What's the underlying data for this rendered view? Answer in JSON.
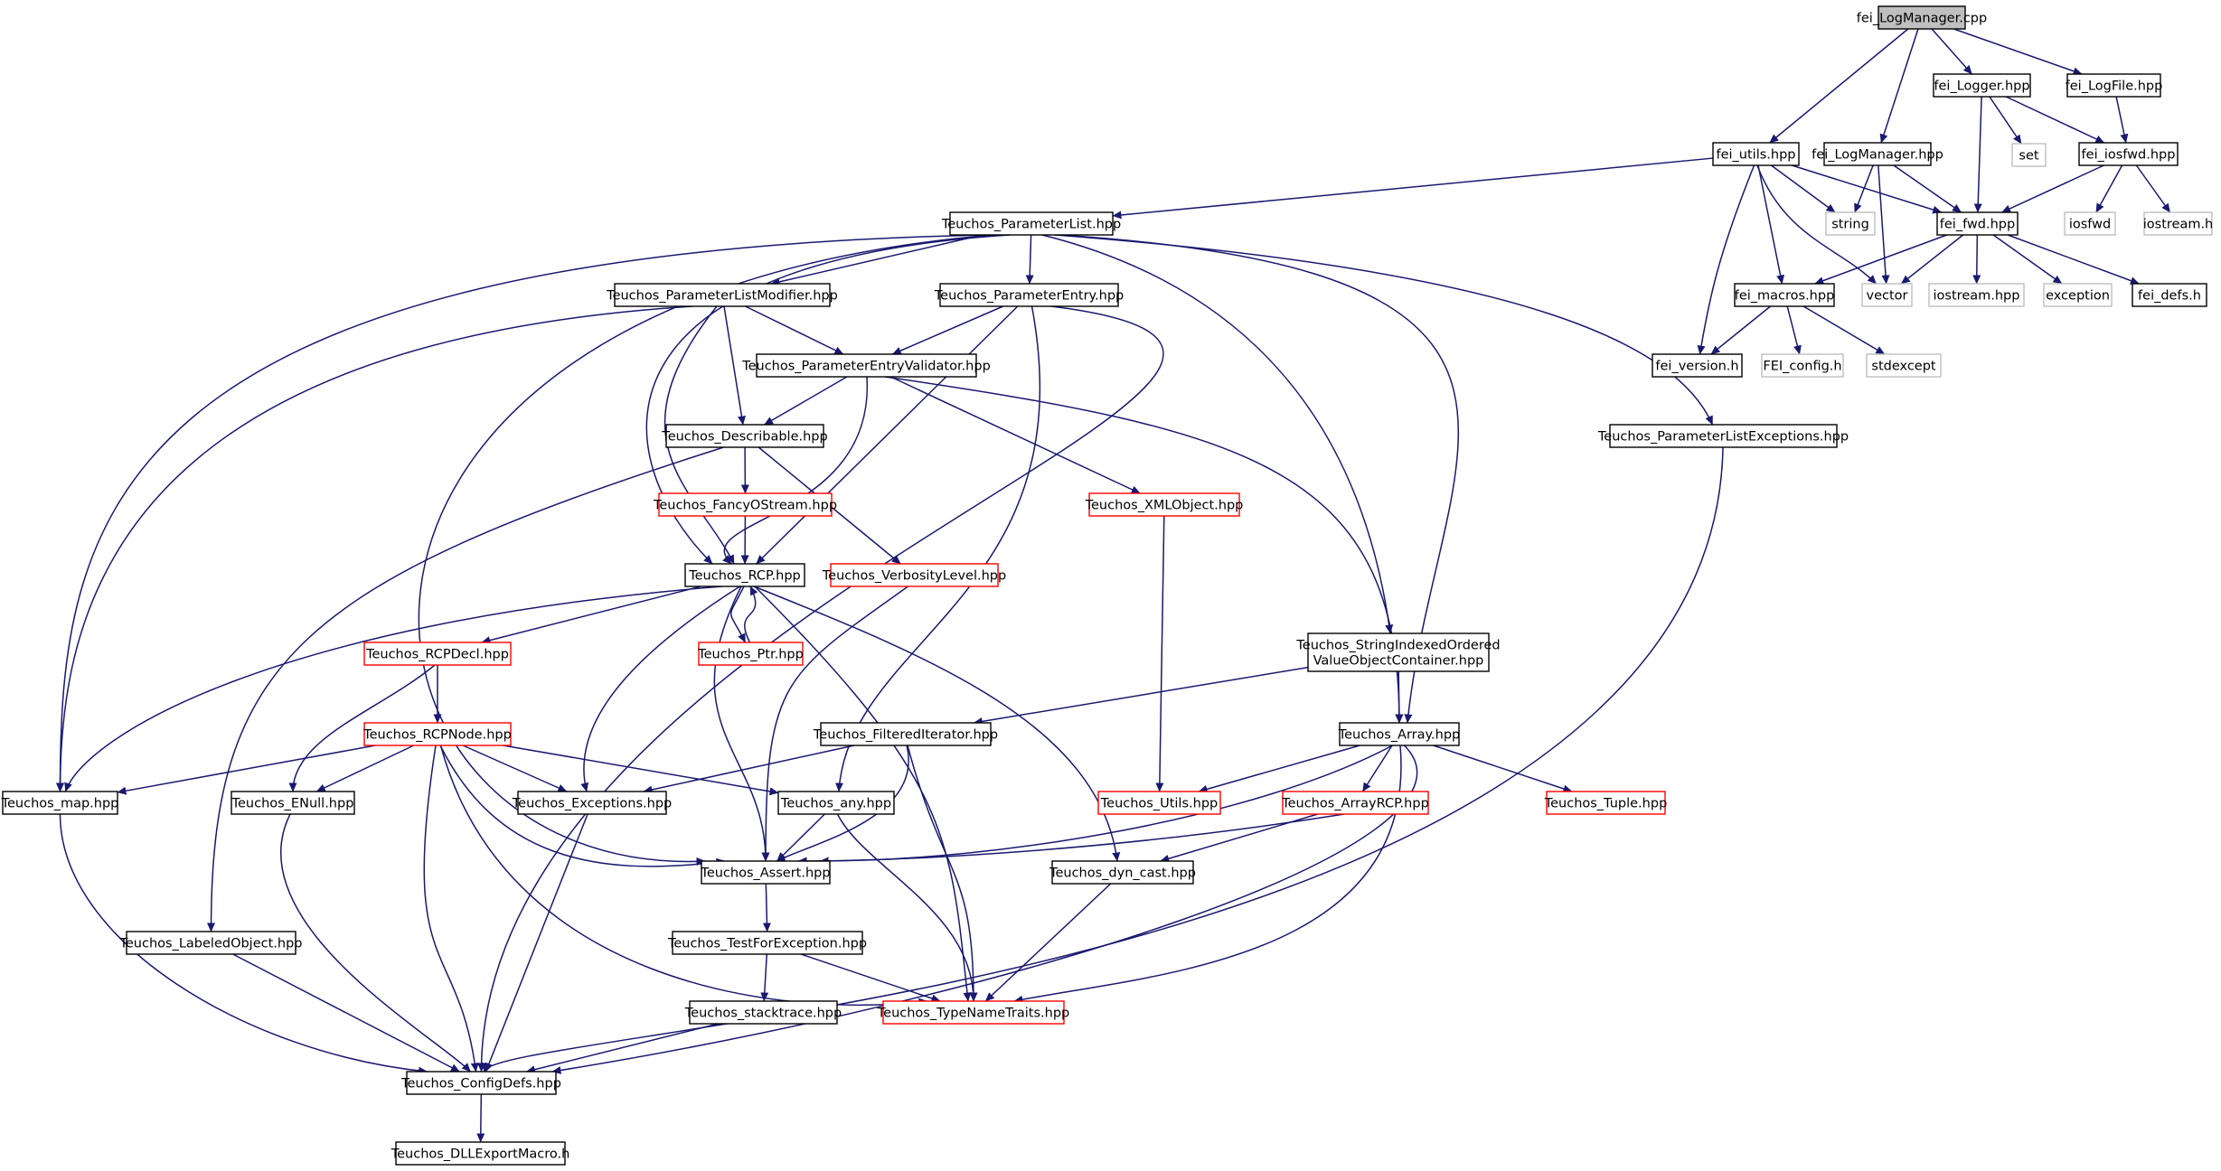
{
  "colors": {
    "edge": "#191970",
    "node_border": "#000000",
    "node_border_red": "#ff0000",
    "node_border_gray": "#bfbfbf",
    "root_fill": "#bfbfbf",
    "node_fill": "#ffffff",
    "text": "#000000"
  },
  "diagram": {
    "nodes": [
      {
        "id": "fei_logmanager_cpp",
        "label": "fei_LogManager.cpp",
        "style": "root"
      },
      {
        "id": "fei_utils",
        "label": "fei_utils.hpp",
        "style": "normal"
      },
      {
        "id": "fei_logmanager_hpp",
        "label": "fei_LogManager.hpp",
        "style": "normal"
      },
      {
        "id": "fei_logger",
        "label": "fei_Logger.hpp",
        "style": "normal"
      },
      {
        "id": "fei_logfile",
        "label": "fei_LogFile.hpp",
        "style": "normal"
      },
      {
        "id": "set",
        "label": "set",
        "style": "gray"
      },
      {
        "id": "fei_iosfwd",
        "label": "fei_iosfwd.hpp",
        "style": "normal"
      },
      {
        "id": "string",
        "label": "string",
        "style": "gray"
      },
      {
        "id": "fei_fwd",
        "label": "fei_fwd.hpp",
        "style": "normal"
      },
      {
        "id": "iosfwd",
        "label": "iosfwd",
        "style": "gray"
      },
      {
        "id": "iostream_h",
        "label": "iostream.h",
        "style": "gray"
      },
      {
        "id": "vector",
        "label": "vector",
        "style": "gray"
      },
      {
        "id": "fei_macros",
        "label": "fei_macros.hpp",
        "style": "normal"
      },
      {
        "id": "iostream_hpp",
        "label": "iostream.hpp",
        "style": "gray"
      },
      {
        "id": "exception",
        "label": "exception",
        "style": "gray"
      },
      {
        "id": "fei_defs",
        "label": "fei_defs.h",
        "style": "normal"
      },
      {
        "id": "fei_version",
        "label": "fei_version.h",
        "style": "normal"
      },
      {
        "id": "fei_config",
        "label": "FEI_config.h",
        "style": "gray"
      },
      {
        "id": "stdexcept",
        "label": "stdexcept",
        "style": "gray"
      },
      {
        "id": "t_paramlist",
        "label": "Teuchos_ParameterList.hpp",
        "style": "normal"
      },
      {
        "id": "t_plmodifier",
        "label": "Teuchos_ParameterListModifier.hpp",
        "style": "normal"
      },
      {
        "id": "t_pentry",
        "label": "Teuchos_ParameterEntry.hpp",
        "style": "normal"
      },
      {
        "id": "t_pevalidator",
        "label": "Teuchos_ParameterEntryValidator.hpp",
        "style": "normal"
      },
      {
        "id": "t_plexceptions",
        "label": "Teuchos_ParameterListExceptions.hpp",
        "style": "normal"
      },
      {
        "id": "t_describable",
        "label": "Teuchos_Describable.hpp",
        "style": "normal"
      },
      {
        "id": "t_fancyostream",
        "label": "Teuchos_FancyOStream.hpp",
        "style": "red"
      },
      {
        "id": "t_xmlobject",
        "label": "Teuchos_XMLObject.hpp",
        "style": "red"
      },
      {
        "id": "t_rcp",
        "label": "Teuchos_RCP.hpp",
        "style": "normal"
      },
      {
        "id": "t_verbosity",
        "label": "Teuchos_VerbosityLevel.hpp",
        "style": "red"
      },
      {
        "id": "t_rcpdecl",
        "label": "Teuchos_RCPDecl.hpp",
        "style": "red"
      },
      {
        "id": "t_ptr",
        "label": "Teuchos_Ptr.hpp",
        "style": "red"
      },
      {
        "id": "t_sivoc",
        "label": "Teuchos_StringIndexedOrdered\nValueObjectContainer.hpp",
        "style": "normal"
      },
      {
        "id": "t_rcpnode",
        "label": "Teuchos_RCPNode.hpp",
        "style": "red"
      },
      {
        "id": "t_filtered",
        "label": "Teuchos_FilteredIterator.hpp",
        "style": "normal"
      },
      {
        "id": "t_array",
        "label": "Teuchos_Array.hpp",
        "style": "normal"
      },
      {
        "id": "t_map",
        "label": "Teuchos_map.hpp",
        "style": "normal"
      },
      {
        "id": "t_enull",
        "label": "Teuchos_ENull.hpp",
        "style": "normal"
      },
      {
        "id": "t_exceptions",
        "label": "Teuchos_Exceptions.hpp",
        "style": "normal"
      },
      {
        "id": "t_any",
        "label": "Teuchos_any.hpp",
        "style": "normal"
      },
      {
        "id": "t_utils",
        "label": "Teuchos_Utils.hpp",
        "style": "red"
      },
      {
        "id": "t_arrayrcp",
        "label": "Teuchos_ArrayRCP.hpp",
        "style": "red"
      },
      {
        "id": "t_tuple",
        "label": "Teuchos_Tuple.hpp",
        "style": "red"
      },
      {
        "id": "t_assert",
        "label": "Teuchos_Assert.hpp",
        "style": "normal"
      },
      {
        "id": "t_dyncast",
        "label": "Teuchos_dyn_cast.hpp",
        "style": "normal"
      },
      {
        "id": "t_labeled",
        "label": "Teuchos_LabeledObject.hpp",
        "style": "normal"
      },
      {
        "id": "t_testforexc",
        "label": "Teuchos_TestForException.hpp",
        "style": "normal"
      },
      {
        "id": "t_stacktrace",
        "label": "Teuchos_stacktrace.hpp",
        "style": "normal"
      },
      {
        "id": "t_typename",
        "label": "Teuchos_TypeNameTraits.hpp",
        "style": "red"
      },
      {
        "id": "t_configdefs",
        "label": "Teuchos_ConfigDefs.hpp",
        "style": "normal"
      },
      {
        "id": "t_dllexport",
        "label": "Teuchos_DLLExportMacro.h",
        "style": "normal"
      }
    ],
    "edges": [
      [
        "fei_logmanager_cpp",
        "fei_utils"
      ],
      [
        "fei_logmanager_cpp",
        "fei_logmanager_hpp"
      ],
      [
        "fei_logmanager_cpp",
        "fei_logger"
      ],
      [
        "fei_logmanager_cpp",
        "fei_logfile"
      ],
      [
        "fei_logger",
        "set"
      ],
      [
        "fei_logger",
        "fei_iosfwd"
      ],
      [
        "fei_logger",
        "fei_fwd"
      ],
      [
        "fei_logfile",
        "fei_iosfwd"
      ],
      [
        "fei_iosfwd",
        "fei_fwd"
      ],
      [
        "fei_iosfwd",
        "iosfwd"
      ],
      [
        "fei_iosfwd",
        "iostream_h"
      ],
      [
        "fei_logmanager_hpp",
        "string"
      ],
      [
        "fei_logmanager_hpp",
        "vector"
      ],
      [
        "fei_logmanager_hpp",
        "fei_fwd"
      ],
      [
        "fei_utils",
        "t_paramlist"
      ],
      [
        "fei_utils",
        "string"
      ],
      [
        "fei_utils",
        "fei_fwd"
      ],
      [
        "fei_utils",
        "vector"
      ],
      [
        "fei_utils",
        "fei_macros"
      ],
      [
        "fei_utils",
        "fei_version"
      ],
      [
        "fei_fwd",
        "vector"
      ],
      [
        "fei_fwd",
        "fei_macros"
      ],
      [
        "fei_fwd",
        "iostream_hpp"
      ],
      [
        "fei_fwd",
        "exception"
      ],
      [
        "fei_fwd",
        "fei_defs"
      ],
      [
        "fei_macros",
        "fei_version"
      ],
      [
        "fei_macros",
        "fei_config"
      ],
      [
        "fei_macros",
        "stdexcept"
      ],
      [
        "t_paramlist",
        "t_plmodifier"
      ],
      [
        "t_paramlist",
        "t_pentry"
      ],
      [
        "t_paramlist",
        "t_plexceptions"
      ],
      [
        "t_paramlist",
        "t_rcp"
      ],
      [
        "t_paramlist",
        "t_map"
      ],
      [
        "t_paramlist",
        "t_assert"
      ],
      [
        "t_paramlist",
        "t_sivoc"
      ],
      [
        "t_paramlist",
        "t_array"
      ],
      [
        "t_plmodifier",
        "t_pevalidator"
      ],
      [
        "t_plmodifier",
        "t_describable"
      ],
      [
        "t_plmodifier",
        "t_rcp"
      ],
      [
        "t_plmodifier",
        "t_map"
      ],
      [
        "t_pentry",
        "t_pevalidator"
      ],
      [
        "t_pentry",
        "t_rcp"
      ],
      [
        "t_pentry",
        "t_any"
      ],
      [
        "t_pentry",
        "t_configdefs"
      ],
      [
        "t_pevalidator",
        "t_describable"
      ],
      [
        "t_pevalidator",
        "t_xmlobject"
      ],
      [
        "t_pevalidator",
        "t_rcp"
      ],
      [
        "t_pevalidator",
        "t_array"
      ],
      [
        "t_describable",
        "t_fancyostream"
      ],
      [
        "t_describable",
        "t_verbosity"
      ],
      [
        "t_describable",
        "t_labeled"
      ],
      [
        "t_fancyostream",
        "t_rcp"
      ],
      [
        "t_xmlobject",
        "t_utils"
      ],
      [
        "t_verbosity",
        "t_assert"
      ],
      [
        "t_plexceptions",
        "t_configdefs"
      ],
      [
        "t_rcp",
        "t_rcpdecl"
      ],
      [
        "t_rcp",
        "t_ptr"
      ],
      [
        "t_rcp",
        "t_map"
      ],
      [
        "t_rcp",
        "t_exceptions"
      ],
      [
        "t_rcp",
        "t_assert"
      ],
      [
        "t_rcp",
        "t_dyncast"
      ],
      [
        "t_rcp",
        "t_typename"
      ],
      [
        "t_ptr",
        "t_rcp"
      ],
      [
        "t_rcpdecl",
        "t_rcpnode"
      ],
      [
        "t_rcpdecl",
        "t_enull"
      ],
      [
        "t_rcpnode",
        "t_map"
      ],
      [
        "t_rcpnode",
        "t_enull"
      ],
      [
        "t_rcpnode",
        "t_exceptions"
      ],
      [
        "t_rcpnode",
        "t_any"
      ],
      [
        "t_rcpnode",
        "t_assert"
      ],
      [
        "t_rcpnode",
        "t_typename"
      ],
      [
        "t_rcpnode",
        "t_configdefs"
      ],
      [
        "t_sivoc",
        "t_filtered"
      ],
      [
        "t_sivoc",
        "t_array"
      ],
      [
        "t_filtered",
        "t_exceptions"
      ],
      [
        "t_filtered",
        "t_assert"
      ],
      [
        "t_filtered",
        "t_typename"
      ],
      [
        "t_array",
        "t_utils"
      ],
      [
        "t_array",
        "t_arrayrcp"
      ],
      [
        "t_array",
        "t_tuple"
      ],
      [
        "t_array",
        "t_assert"
      ],
      [
        "t_array",
        "t_typename"
      ],
      [
        "t_array",
        "t_configdefs"
      ],
      [
        "t_arrayrcp",
        "t_assert"
      ],
      [
        "t_arrayrcp",
        "t_dyncast"
      ],
      [
        "t_any",
        "t_assert"
      ],
      [
        "t_any",
        "t_typename"
      ],
      [
        "t_assert",
        "t_testforexc"
      ],
      [
        "t_testforexc",
        "t_stacktrace"
      ],
      [
        "t_testforexc",
        "t_typename"
      ],
      [
        "t_stacktrace",
        "t_configdefs"
      ],
      [
        "t_dyncast",
        "t_typename"
      ],
      [
        "t_exceptions",
        "t_configdefs"
      ],
      [
        "t_enull",
        "t_configdefs"
      ],
      [
        "t_map",
        "t_configdefs"
      ],
      [
        "t_labeled",
        "t_configdefs"
      ],
      [
        "t_configdefs",
        "t_dllexport"
      ]
    ]
  }
}
